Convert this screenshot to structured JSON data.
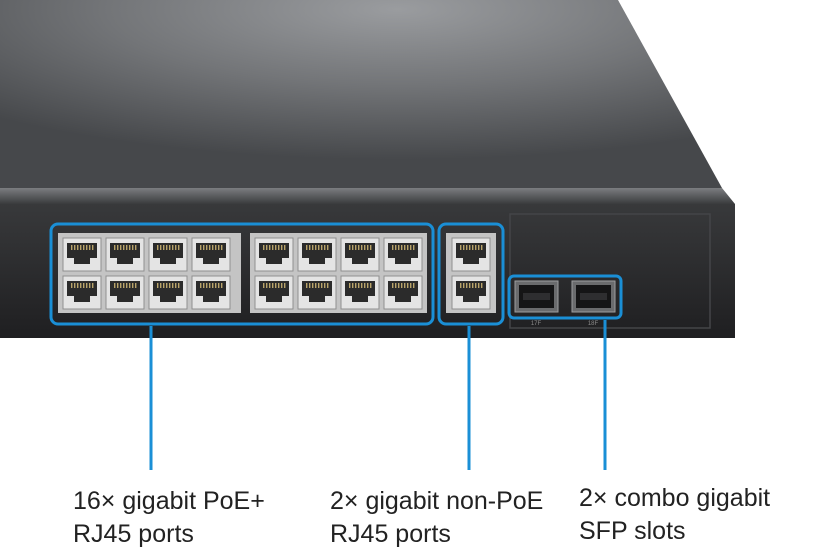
{
  "theme": {
    "accent": "#1a8fd6",
    "chassis_top": "#6f7174",
    "front_panel": "#2a2a2c",
    "port_body": "#dcdcdc"
  },
  "panel": {
    "port_labels": [
      "17F",
      "18F"
    ]
  },
  "callouts": [
    {
      "line1": "16× gigabit PoE+",
      "line2": "RJ45 ports"
    },
    {
      "line1": "2× gigabit non-PoE",
      "line2": "RJ45 ports"
    },
    {
      "line1": "2× combo gigabit",
      "line2": "SFP slots"
    }
  ]
}
